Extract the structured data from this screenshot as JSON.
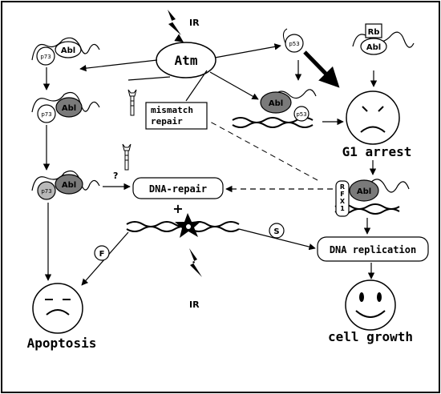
{
  "labels": {
    "ir_top": "IR",
    "ir_bottom": "IR",
    "atm": "Atm",
    "mismatch_line1": "mismatch",
    "mismatch_line2": "repair",
    "dna_repair": "DNA-repair",
    "plus": "+",
    "question": "?",
    "g1_arrest": "G1 arrest",
    "dna_replication": "DNA replication",
    "cell_growth": "cell growth",
    "apoptosis": "Apoptosis",
    "f": "F",
    "s": "S",
    "abl": "Abl",
    "p73": "p73",
    "p53": "p53",
    "rb": "Rb",
    "rfx1": [
      "R",
      "F",
      "X",
      "1"
    ]
  },
  "colors": {
    "ink": "#000000",
    "abl_fill": "#7a7a7a",
    "p73_dark_fill": "#b8b8b8",
    "background": "#ffffff"
  },
  "icons": [
    "lightning-bolt-icon",
    "wrench-icon",
    "star-lesion-icon",
    "sad-face-icon",
    "frown-face-icon",
    "smiley-face-icon"
  ]
}
